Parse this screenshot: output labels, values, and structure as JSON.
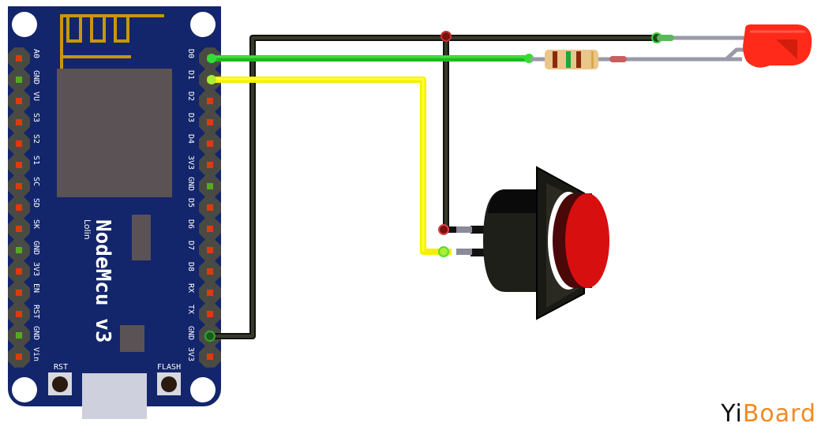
{
  "board": {
    "name": "NodeMcu v3",
    "title": "NodeMcu  v3",
    "subtitle": "Lolin",
    "color": "#13256b",
    "left_pins": [
      "A0",
      "GND",
      "VU",
      "S3",
      "S2",
      "S1",
      "SC",
      "SD",
      "SK",
      "GND",
      "3V3",
      "EN",
      "RST",
      "GND",
      "Vin"
    ],
    "right_pins": [
      "D0",
      "D1",
      "D2",
      "D3",
      "D4",
      "3V3",
      "GND",
      "D5",
      "D6",
      "D7",
      "D8",
      "RX",
      "TX",
      "GND",
      "3V3"
    ],
    "rst_button_label": "RST",
    "flash_button_label": "FLASH"
  },
  "components": {
    "led": {
      "name": "LED",
      "color": "#ff2a1a"
    },
    "resistor": {
      "name": "Resistor",
      "bands": [
        "#8a2a0a",
        "#1aa83a",
        "#8a2a0a",
        "#d6a84a"
      ]
    },
    "push_button": {
      "name": "Push Button",
      "cap_color": "#d80f0f"
    }
  },
  "wires": [
    {
      "name": "D0-to-resistor",
      "color": "#22cc22",
      "from": "D0",
      "to": "Resistor"
    },
    {
      "name": "D1-to-button",
      "color": "#ffff00",
      "from": "D1",
      "to": "Push Button"
    },
    {
      "name": "GND-to-LED-and-button",
      "color": "#111111",
      "from": "GND",
      "to": "LED cathode / Push Button"
    }
  ],
  "watermark": {
    "part1": "Yi",
    "part2": "Board"
  }
}
